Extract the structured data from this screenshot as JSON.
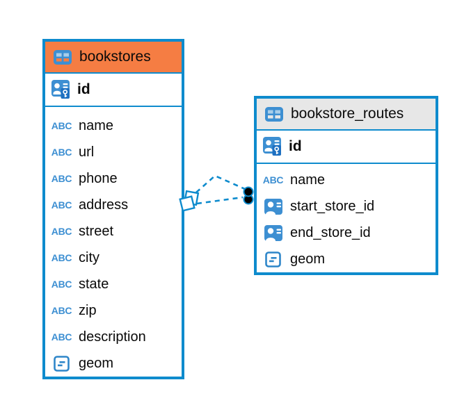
{
  "diagram": {
    "colors": {
      "accent_blue": "#0e8bcd",
      "icon_blue": "#3d8fd2",
      "icon_cell_light_blue": "#a8cde9",
      "key_badge_blue": "#1e70c1",
      "selected_header_orange": "#f57d43",
      "header_gray": "#e7e7e7",
      "text": "#0a0a0a",
      "link_dot": "#000000"
    },
    "tables": [
      {
        "name": "bookstores",
        "selected": true,
        "columns": [
          {
            "name": "id",
            "type": "primary-key"
          },
          {
            "name": "name",
            "type": "text"
          },
          {
            "name": "url",
            "type": "text"
          },
          {
            "name": "phone",
            "type": "text"
          },
          {
            "name": "address",
            "type": "text"
          },
          {
            "name": "street",
            "type": "text"
          },
          {
            "name": "city",
            "type": "text"
          },
          {
            "name": "state",
            "type": "text"
          },
          {
            "name": "zip",
            "type": "text"
          },
          {
            "name": "description",
            "type": "text"
          },
          {
            "name": "geom",
            "type": "geometry"
          }
        ]
      },
      {
        "name": "bookstore_routes",
        "selected": false,
        "columns": [
          {
            "name": "id",
            "type": "primary-key"
          },
          {
            "name": "name",
            "type": "text"
          },
          {
            "name": "start_store_id",
            "type": "reference"
          },
          {
            "name": "end_store_id",
            "type": "reference"
          },
          {
            "name": "geom",
            "type": "geometry"
          }
        ]
      }
    ],
    "relationship": {
      "from_table": "bookstores",
      "to_table": "bookstore_routes",
      "line_style": "dashed",
      "line_count": 2
    },
    "icon_legend": {
      "abc_label": "ABC"
    }
  }
}
